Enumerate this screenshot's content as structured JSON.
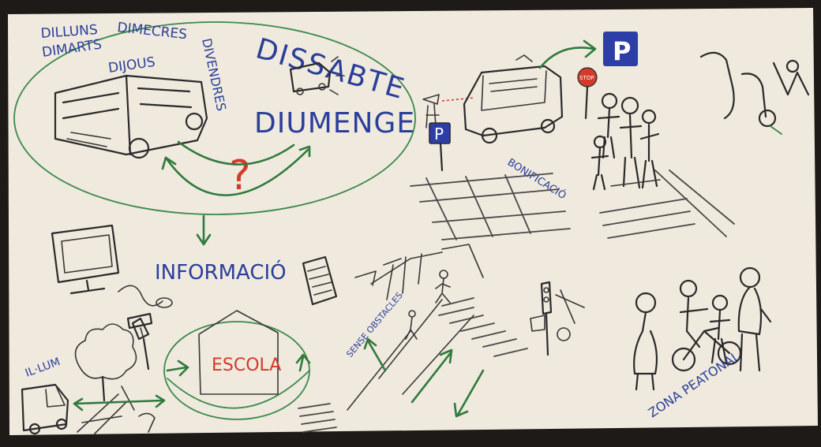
{
  "labels": {
    "dilluns": "DILLUNS",
    "dimecres": "DIMECRES",
    "dimarts": "DIMARTS",
    "dijous": "DIJOUS",
    "divendres": "DIVENDRES",
    "dissabte": "DISSABTE",
    "diumenge": "DIUMENGE",
    "question": "?",
    "informacio": "INFORMACIÓ",
    "escola": "ESCOLA",
    "parking": "P",
    "stop": "STOP",
    "bonificacio": "BONIFICACIÓ",
    "sense_obstacles": "SENSE OBSTACLES",
    "illum": "IL·LUM",
    "zona_peatonal": "ZONA PEATONAL"
  },
  "colors": {
    "ink": "#2b2a2a",
    "blue_text": "#2b3f9a",
    "green_arrows": "#2f7a3d",
    "red_accent": "#d43a2a",
    "paper": "#efe9de"
  },
  "icons": [
    "bus-icon",
    "van-icon",
    "parking-sign-icon",
    "stop-sign-icon",
    "computer-monitor-icon",
    "mobile-phone-icon",
    "traffic-light-icon",
    "school-house-icon",
    "tree-icon",
    "people-group-icon",
    "cyclist-icon"
  ]
}
